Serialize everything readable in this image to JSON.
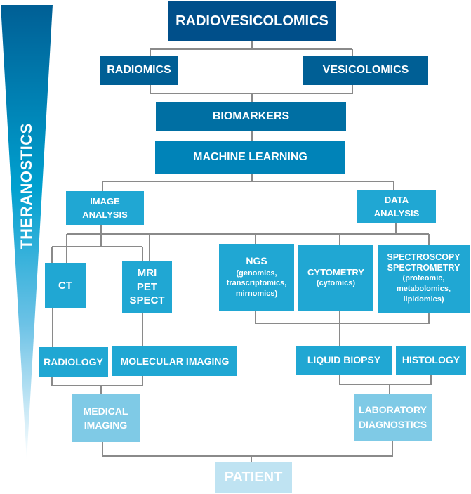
{
  "side_label": "THERANOSTICS",
  "nodes": {
    "radiovesicolomics": "RADIOVESICOLOMICS",
    "radiomics": "RADIOMICS",
    "vesicolomics": "VESICOLOMICS",
    "biomarkers": "BIOMARKERS",
    "machine_learning": "MACHINE LEARNING",
    "image_analysis": [
      "IMAGE",
      "ANALYSIS"
    ],
    "data_analysis": [
      "DATA",
      "ANALYSIS"
    ],
    "ct": "CT",
    "mri_pet_spect": [
      "MRI",
      "PET",
      "SPECT"
    ],
    "ngs": {
      "title": "NGS",
      "sub": [
        "(genomics,",
        "transcriptomics,",
        "mirnomics)"
      ]
    },
    "cytometry": {
      "title": "CYTOMETRY",
      "sub": [
        "(cytomics)"
      ]
    },
    "spectroscopy": {
      "title": [
        "SPECTROSCOPY",
        "SPECTROMETRY"
      ],
      "sub": [
        "(proteomic,",
        "metabolomics,",
        "lipidomics)"
      ]
    },
    "radiology": "RADIOLOGY",
    "molecular_imaging": "MOLECULAR IMAGING",
    "liquid_biopsy": "LIQUID BIOPSY",
    "histology": "HISTOLOGY",
    "medical_imaging": [
      "MEDICAL",
      "IMAGING"
    ],
    "laboratory_diagnostics": [
      "LABORATORY",
      "DIAGNOSTICS"
    ],
    "patient": "PATIENT"
  },
  "colors": {
    "level1": "#004f8a",
    "level2": "#005f95",
    "level3": "#006fa3",
    "level4": "#0083b8",
    "level5": "#20a7d3",
    "level6": "#7fcae6",
    "level7": "#bfe3f2",
    "connector": "#8a8a8a"
  }
}
